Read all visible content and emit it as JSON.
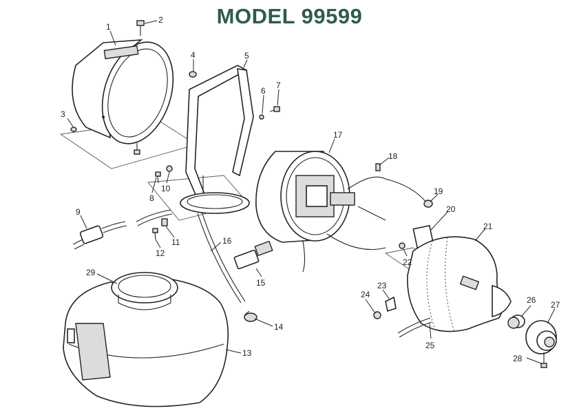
{
  "title": "MODEL 99599",
  "colors": {
    "title": "#2e5b52",
    "line": "#222222"
  },
  "callouts": [
    {
      "n": "1"
    },
    {
      "n": "2"
    },
    {
      "n": "3"
    },
    {
      "n": "4"
    },
    {
      "n": "5"
    },
    {
      "n": "6"
    },
    {
      "n": "7"
    },
    {
      "n": "8"
    },
    {
      "n": "9"
    },
    {
      "n": "10"
    },
    {
      "n": "11"
    },
    {
      "n": "12"
    },
    {
      "n": "13"
    },
    {
      "n": "14"
    },
    {
      "n": "15"
    },
    {
      "n": "16"
    },
    {
      "n": "17"
    },
    {
      "n": "18"
    },
    {
      "n": "19"
    },
    {
      "n": "20"
    },
    {
      "n": "21"
    },
    {
      "n": "22"
    },
    {
      "n": "23"
    },
    {
      "n": "24"
    },
    {
      "n": "25"
    },
    {
      "n": "26"
    },
    {
      "n": "27"
    },
    {
      "n": "28"
    },
    {
      "n": "29"
    }
  ]
}
